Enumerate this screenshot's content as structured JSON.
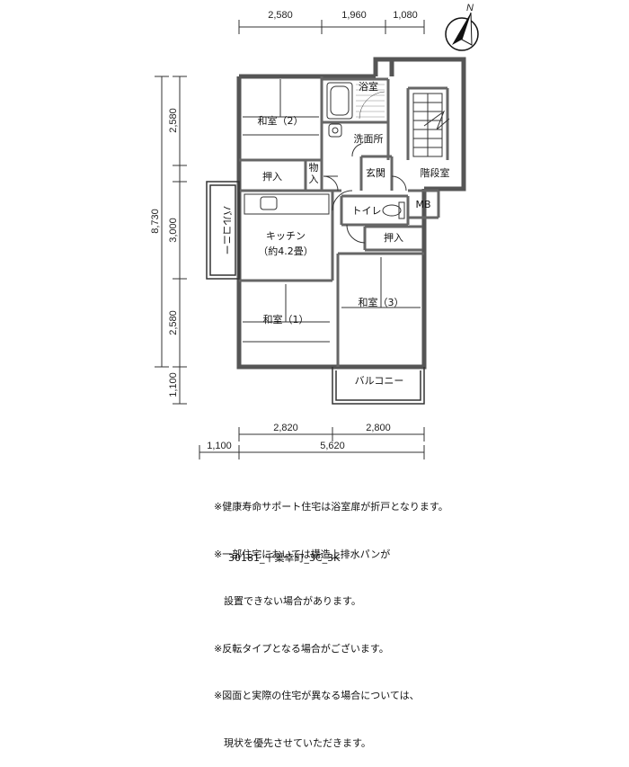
{
  "dims": {
    "top": [
      "2,580",
      "1,960",
      "1,080"
    ],
    "left": [
      "8,730",
      "2,580",
      "3,000",
      "2,580",
      "1,100"
    ],
    "bottom_row1": [
      "2,820",
      "2,800"
    ],
    "bottom_row2": [
      "1,100",
      "5,620"
    ]
  },
  "compass": "N",
  "rooms": {
    "washitsu2": "和室（2）",
    "bath": "浴室",
    "senmen": "洗面所",
    "oshiire1": "押入",
    "mono": "物入",
    "genkan": "玄関",
    "kaidan": "階段室",
    "toilet": "トイレ",
    "mb": "MB",
    "balcony_left": "バルコニー",
    "kitchen1": "キッチン",
    "kitchen2": "（約4.2畳）",
    "oshiire2": "押入",
    "washitsu3": "和室（3）",
    "washitsu1": "和室（1）",
    "balcony_bottom": "バルコニー"
  },
  "notes": [
    "※健康寿命サポート住宅は浴室扉が折戸となります。",
    "※一部住宅においては構造上排水パンが",
    "　設置できない場合があります。",
    "※反転タイプとなる場合がございます。",
    "※図面と実際の住宅が異なる場合については、",
    "　現状を優先させていただきます。"
  ],
  "code": "30181_千葉幸町_3C_3K"
}
